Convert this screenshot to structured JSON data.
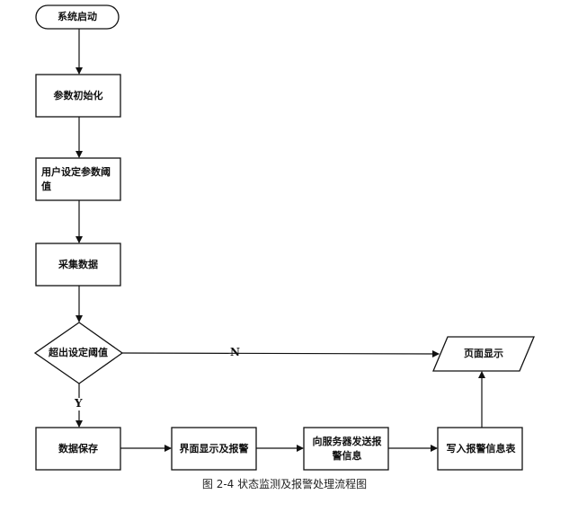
{
  "nodes": {
    "start": "系统启动",
    "init": "参数初始化",
    "set_threshold": "用户设定参数阈值",
    "collect": "采集数据",
    "decision": "超出设定阈值",
    "save": "数据保存",
    "ui_alarm": "界面显示及报警",
    "send_server": "向服务器发送报警信息",
    "write_table": "写入报警信息表",
    "page_display": "页面显示"
  },
  "edge_labels": {
    "no": "N",
    "yes": "Y"
  },
  "caption": "图 2-4  状态监测及报警处理流程图"
}
